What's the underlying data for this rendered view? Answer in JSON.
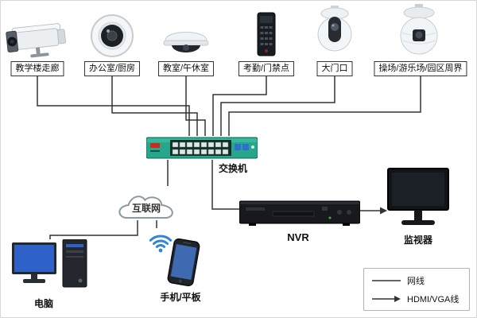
{
  "devices": [
    {
      "label": "教学楼走廊"
    },
    {
      "label": "办公室/厨房"
    },
    {
      "label": "教室/午休室"
    },
    {
      "label": "考勤/门禁点"
    },
    {
      "label": "大门口"
    },
    {
      "label": "操场/游乐场/园区周界"
    }
  ],
  "switch": {
    "label": "交换机"
  },
  "cloud": {
    "label": "互联网"
  },
  "nvr": {
    "label": "NVR"
  },
  "monitor": {
    "label": "监视器"
  },
  "computer": {
    "label": "电脑"
  },
  "mobile": {
    "label": "手机/平板"
  },
  "legend": {
    "network_cable": "网线",
    "hdmi_vga": "HDMI/VGA线"
  },
  "colors": {
    "switch_green": "#2aa287",
    "wifi_blue": "#2f86d6",
    "line": "#333333"
  }
}
